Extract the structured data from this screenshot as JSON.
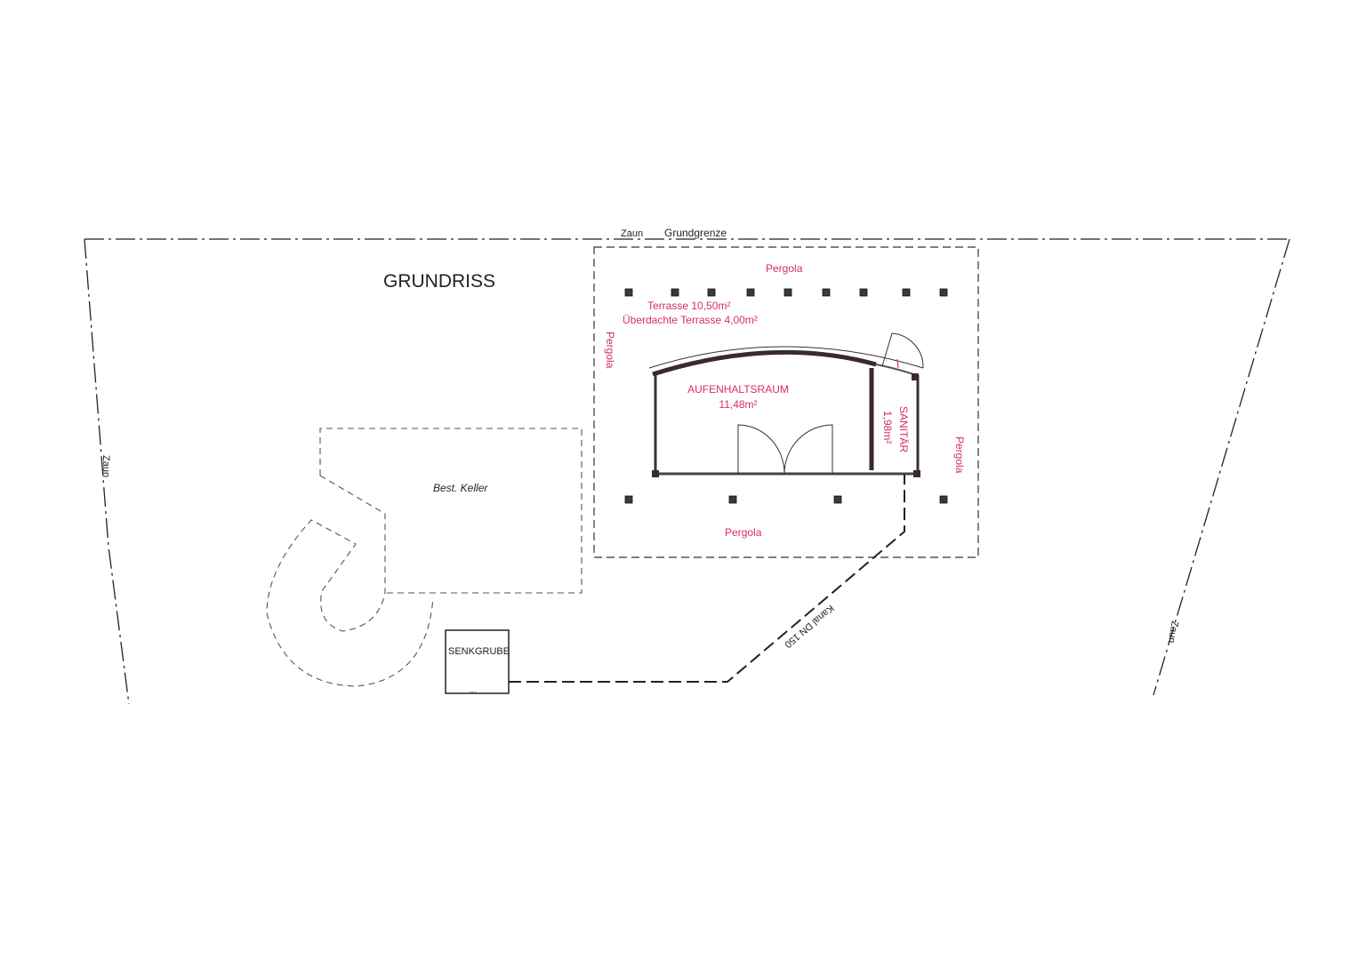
{
  "title": "GRUNDRISS",
  "colors": {
    "annotation": "#d2305e",
    "lines": "#222222",
    "wall": "#3a2a2e"
  },
  "boundary": {
    "zaun_top": "Zaun",
    "grundgrenze": "Grundgrenze",
    "zaun_left": "Zaun",
    "zaun_right": "Zaun"
  },
  "pergola": {
    "top": "Pergola",
    "left": "Pergola",
    "right": "Pergola",
    "bottom": "Pergola"
  },
  "terrace": {
    "line1": "Terrasse  10,50m²",
    "line2": "Überdachte Terrasse 4,00m²"
  },
  "rooms": {
    "aufenthalt": {
      "name": "AUFENHALTSRAUM",
      "area": "11,48m²"
    },
    "sanitaer": {
      "name": "SANITÄR",
      "area": "1,98m²"
    }
  },
  "keller": "Best. Keller",
  "senkgrube": {
    "name": "SENKGRUBE",
    "mark": "..."
  },
  "kanal": "Kanal DN 150"
}
